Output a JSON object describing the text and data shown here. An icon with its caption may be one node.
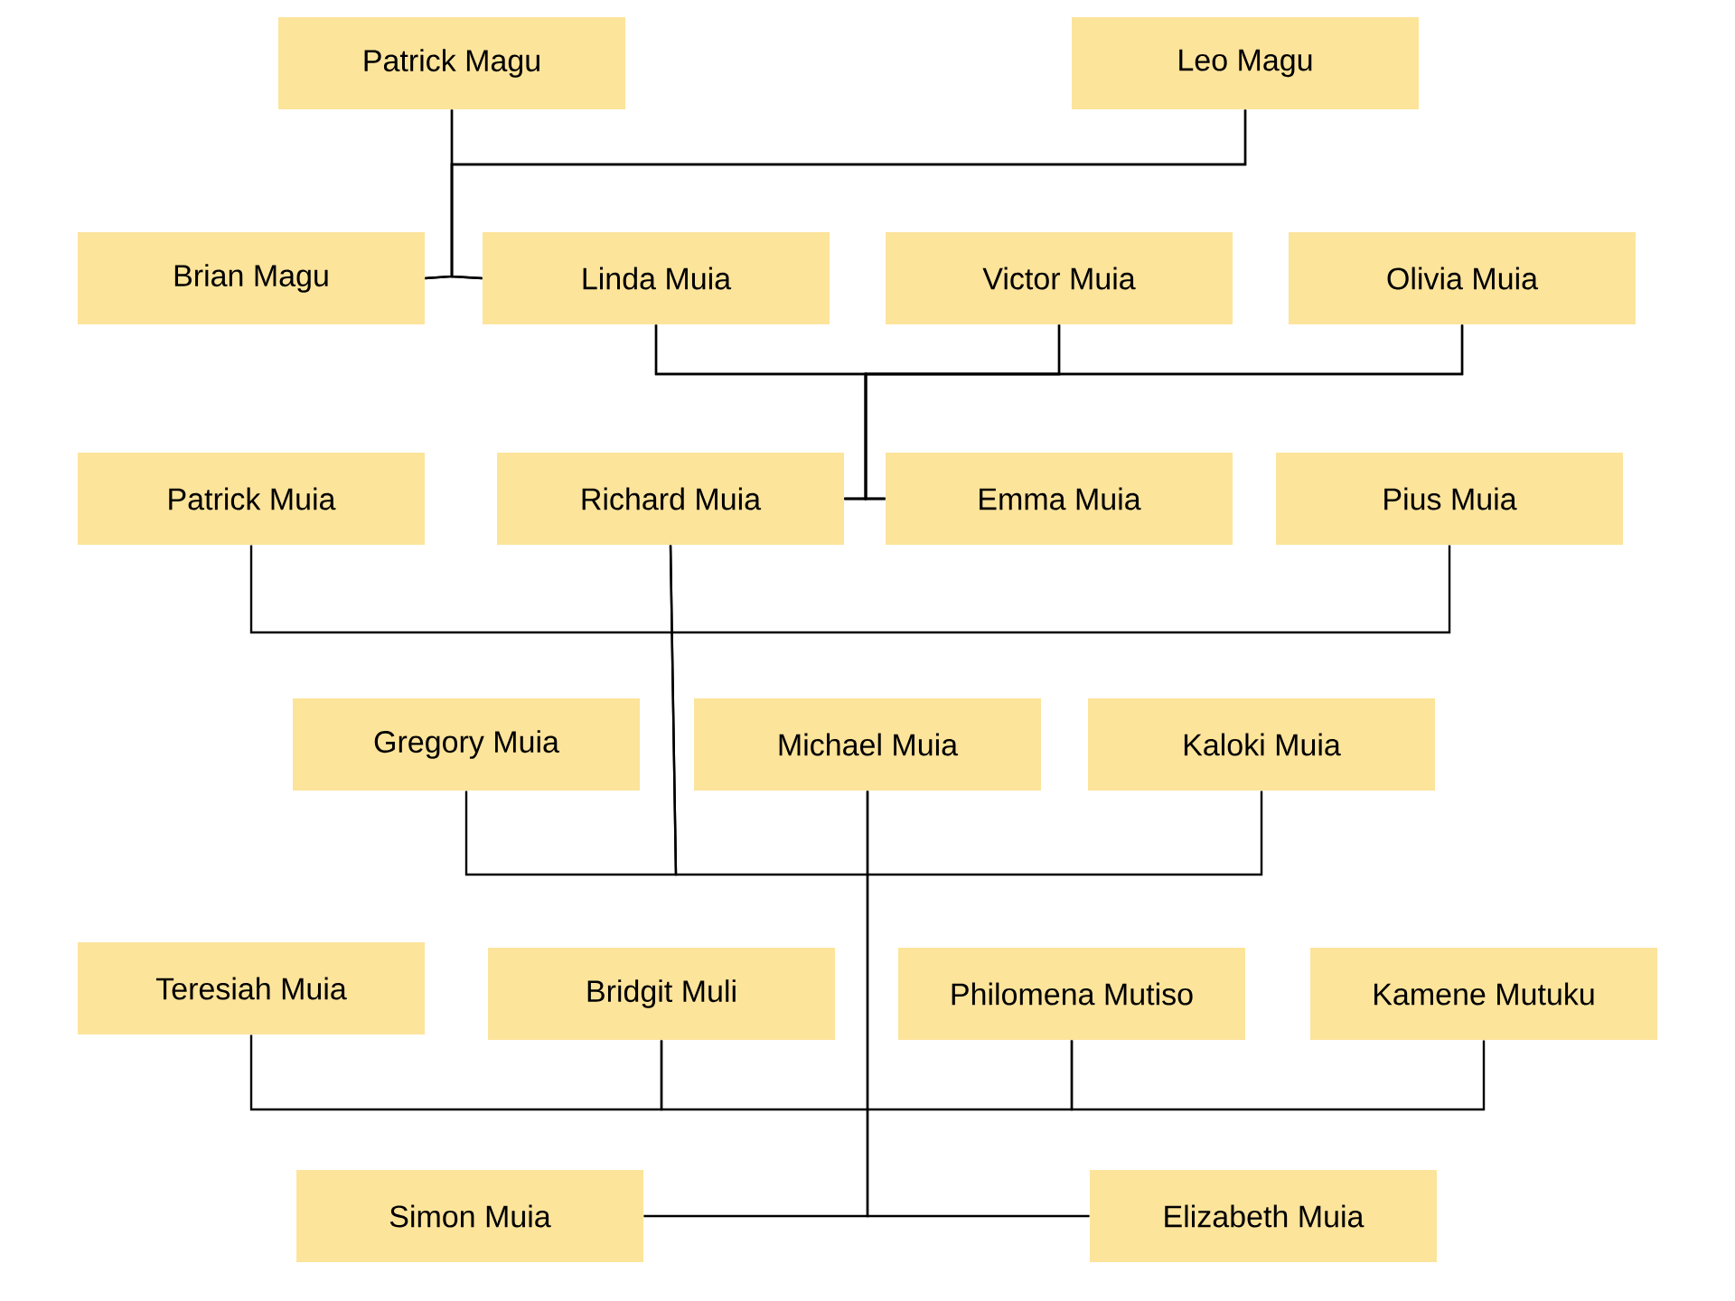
{
  "diagram": {
    "nodes": [
      {
        "text": [
          "Patrick Magu"
        ]
      },
      {
        "text": [
          "Leo Magu"
        ]
      },
      {
        "text": [
          "Brian Magu"
        ]
      },
      {
        "text": [
          "Linda Muia"
        ]
      },
      {
        "text": [
          "Victor Muia"
        ]
      },
      {
        "text": [
          "Olivia Muia"
        ]
      },
      {
        "text": [
          "Patrick Muia"
        ]
      },
      {
        "text": [
          "Richard Muia"
        ]
      },
      {
        "text": [
          "Emma Muia"
        ]
      },
      {
        "text": [
          "Pius Muia"
        ]
      },
      {
        "text": [
          "Gregory Muia"
        ]
      },
      {
        "text": [
          "Michael Muia"
        ]
      },
      {
        "text": [
          "Kaloki Muia"
        ]
      },
      {
        "text": [
          "Teresiah Muia"
        ]
      },
      {
        "text": [
          "Bridgit Muli"
        ]
      },
      {
        "text": [
          "Philomena Mutiso"
        ]
      },
      {
        "text": [
          "Kamene Mutuku"
        ]
      },
      {
        "text": [
          "Simon Muia"
        ]
      },
      {
        "text": [
          "Elizabeth Muia"
        ]
      }
    ],
    "edges": [
      {
        "from": 0,
        "to": 2,
        "arrow": "none"
      },
      {
        "from": 0,
        "to": 3,
        "arrow": "none"
      },
      {
        "from": 1,
        "to": 2,
        "arrow": "none"
      },
      {
        "from": 1,
        "to": 3,
        "arrow": "none"
      },
      {
        "from": 3,
        "to": 7,
        "arrow": "none"
      },
      {
        "from": 3,
        "to": 8,
        "arrow": "none"
      },
      {
        "from": 4,
        "to": 7,
        "arrow": "none"
      },
      {
        "from": 4,
        "to": 8,
        "arrow": "none"
      },
      {
        "from": 5,
        "to": 7,
        "arrow": "none"
      },
      {
        "from": 5,
        "to": 8,
        "arrow": "none"
      },
      {
        "from": 6,
        "to": 9,
        "arrow": "none"
      },
      {
        "from": 7,
        "to": 10,
        "arrow": "none"
      },
      {
        "from": 7,
        "to": 12,
        "arrow": "none"
      },
      {
        "from": 11,
        "to": 17,
        "arrow": "none"
      },
      {
        "from": 11,
        "to": 18,
        "arrow": "none"
      },
      {
        "from": 13,
        "to": 14,
        "arrow": "none"
      },
      {
        "from": 14,
        "to": 15,
        "arrow": "none"
      },
      {
        "from": 15,
        "to": 16,
        "arrow": "none"
      }
    ]
  }
}
